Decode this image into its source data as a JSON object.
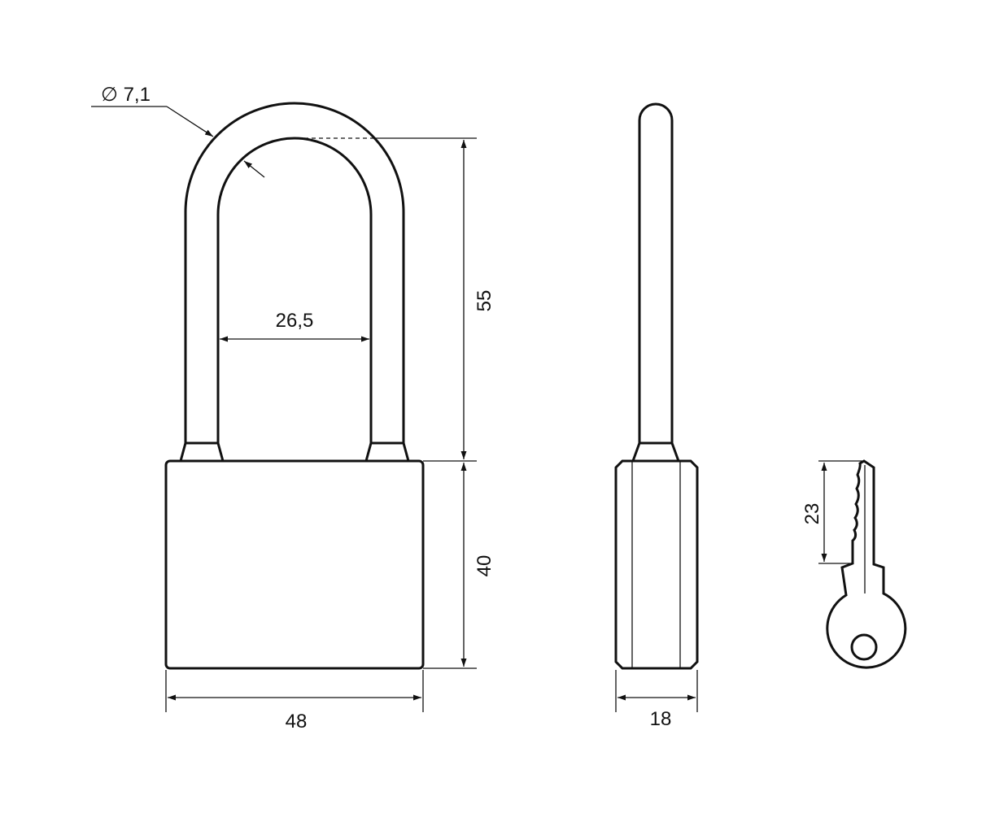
{
  "drawing": {
    "title": "Padlock dimensional drawing",
    "dimensions": {
      "shackle_diameter": "∅ 7,1",
      "shackle_inner_width": "26,5",
      "shackle_height": "55",
      "body_height": "40",
      "body_width": "48",
      "body_depth": "18",
      "key_blade_length": "23"
    },
    "colors": {
      "line": "#111111",
      "background": "#ffffff"
    }
  }
}
